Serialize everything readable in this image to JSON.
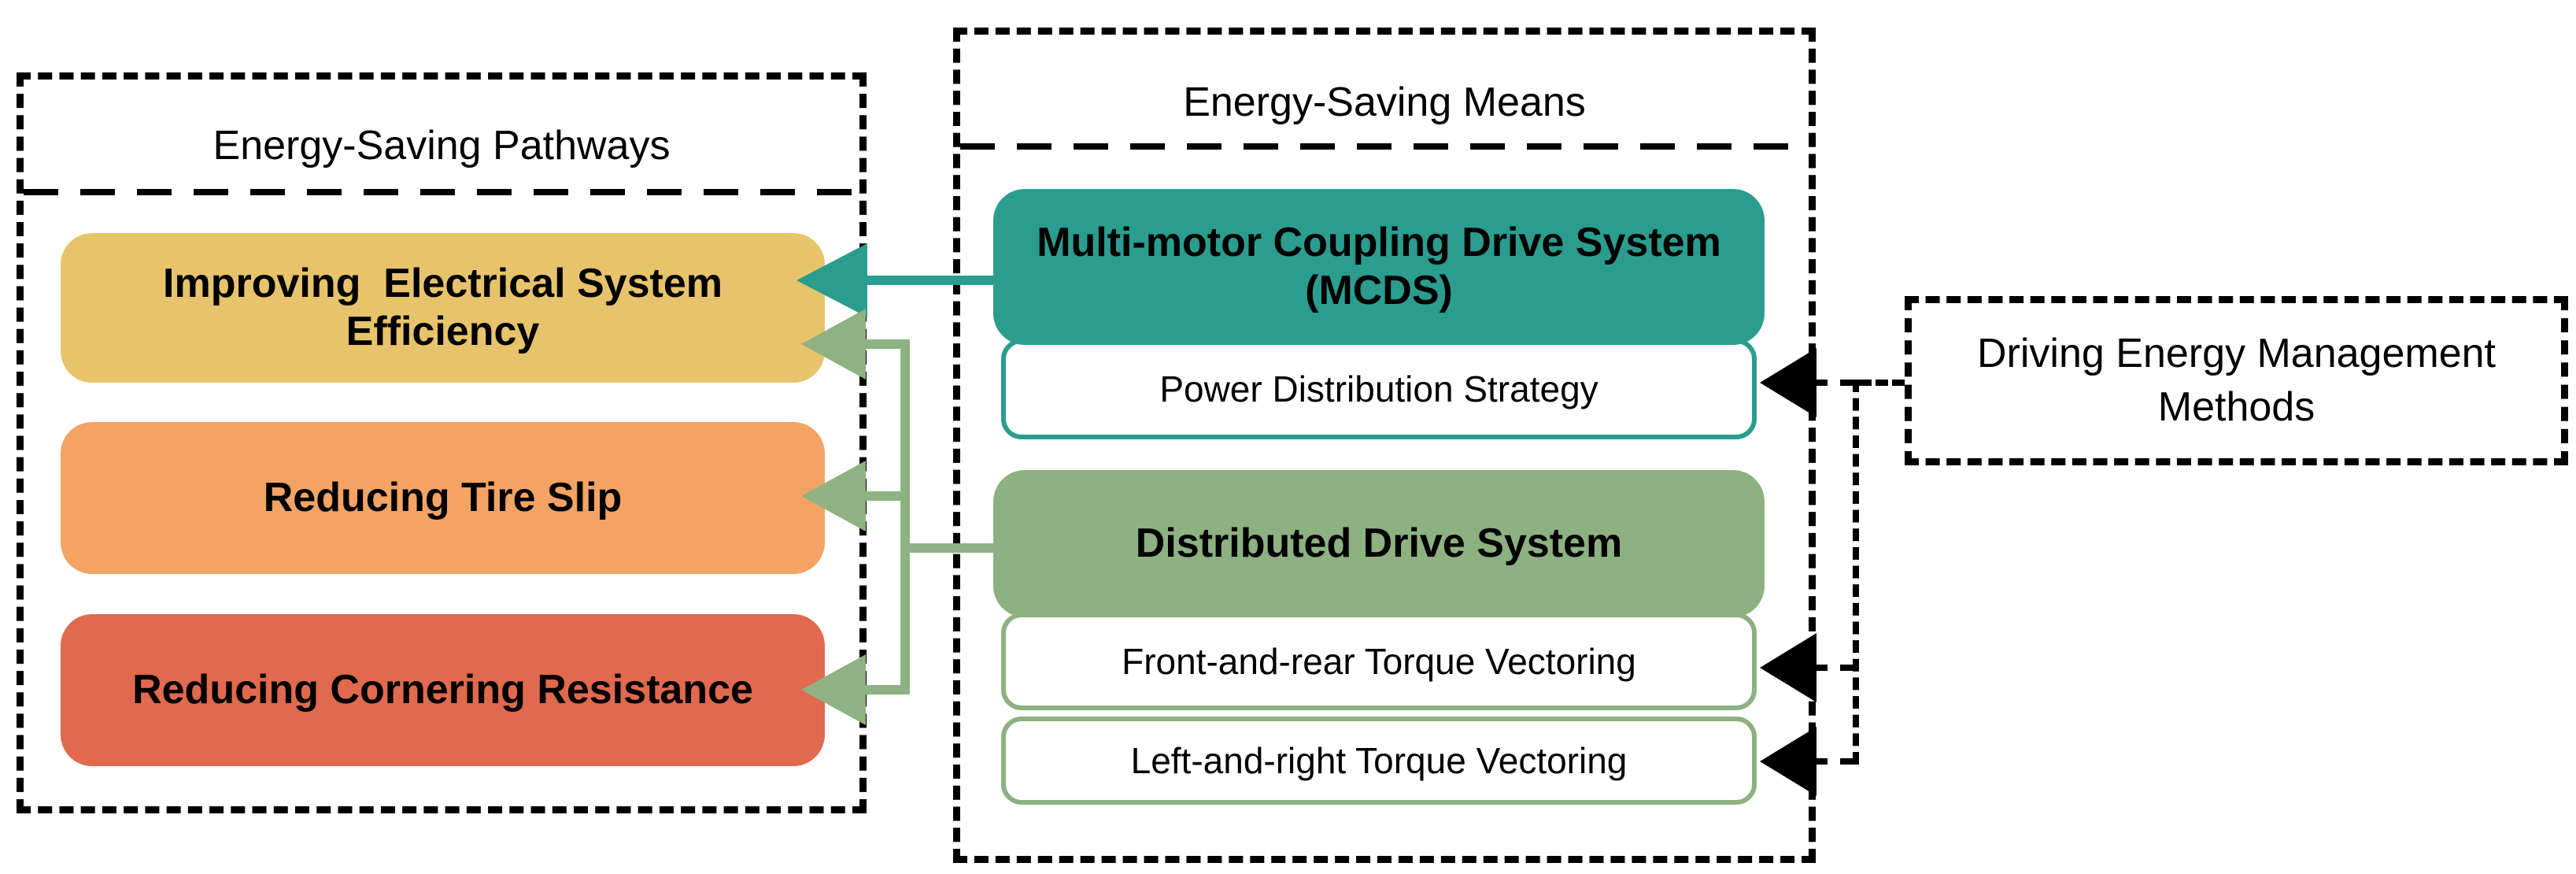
{
  "pathways": {
    "title": "Energy-Saving Pathways",
    "items": [
      {
        "label": "Improving  Electrical System Efficiency",
        "color": "#e7c46b"
      },
      {
        "label": "Reducing Tire Slip",
        "color": "#f3a364"
      },
      {
        "label": "Reducing Cornering Resistance",
        "color": "#e0694e"
      }
    ]
  },
  "means": {
    "title": "Energy-Saving Means",
    "groups": [
      {
        "label": "Multi-motor Coupling Drive System (MCDS)",
        "color": "#2a9d8f",
        "children": [
          "Power Distribution Strategy"
        ]
      },
      {
        "label": "Distributed Drive System",
        "color": "#8db181",
        "children": [
          "Front-and-rear Torque Vectoring",
          "Left-and-right Torque Vectoring"
        ]
      }
    ]
  },
  "methods": {
    "title": "Driving Energy Management Methods"
  },
  "colors": {
    "mcds_teal": "#2a9d8f",
    "distributed_green": "#8db181",
    "arrow_teal": "#2a9d8f",
    "arrow_green": "#8fb283",
    "dashed_connector_black": "#000000",
    "background": "#ffffff",
    "text": "#000000"
  }
}
